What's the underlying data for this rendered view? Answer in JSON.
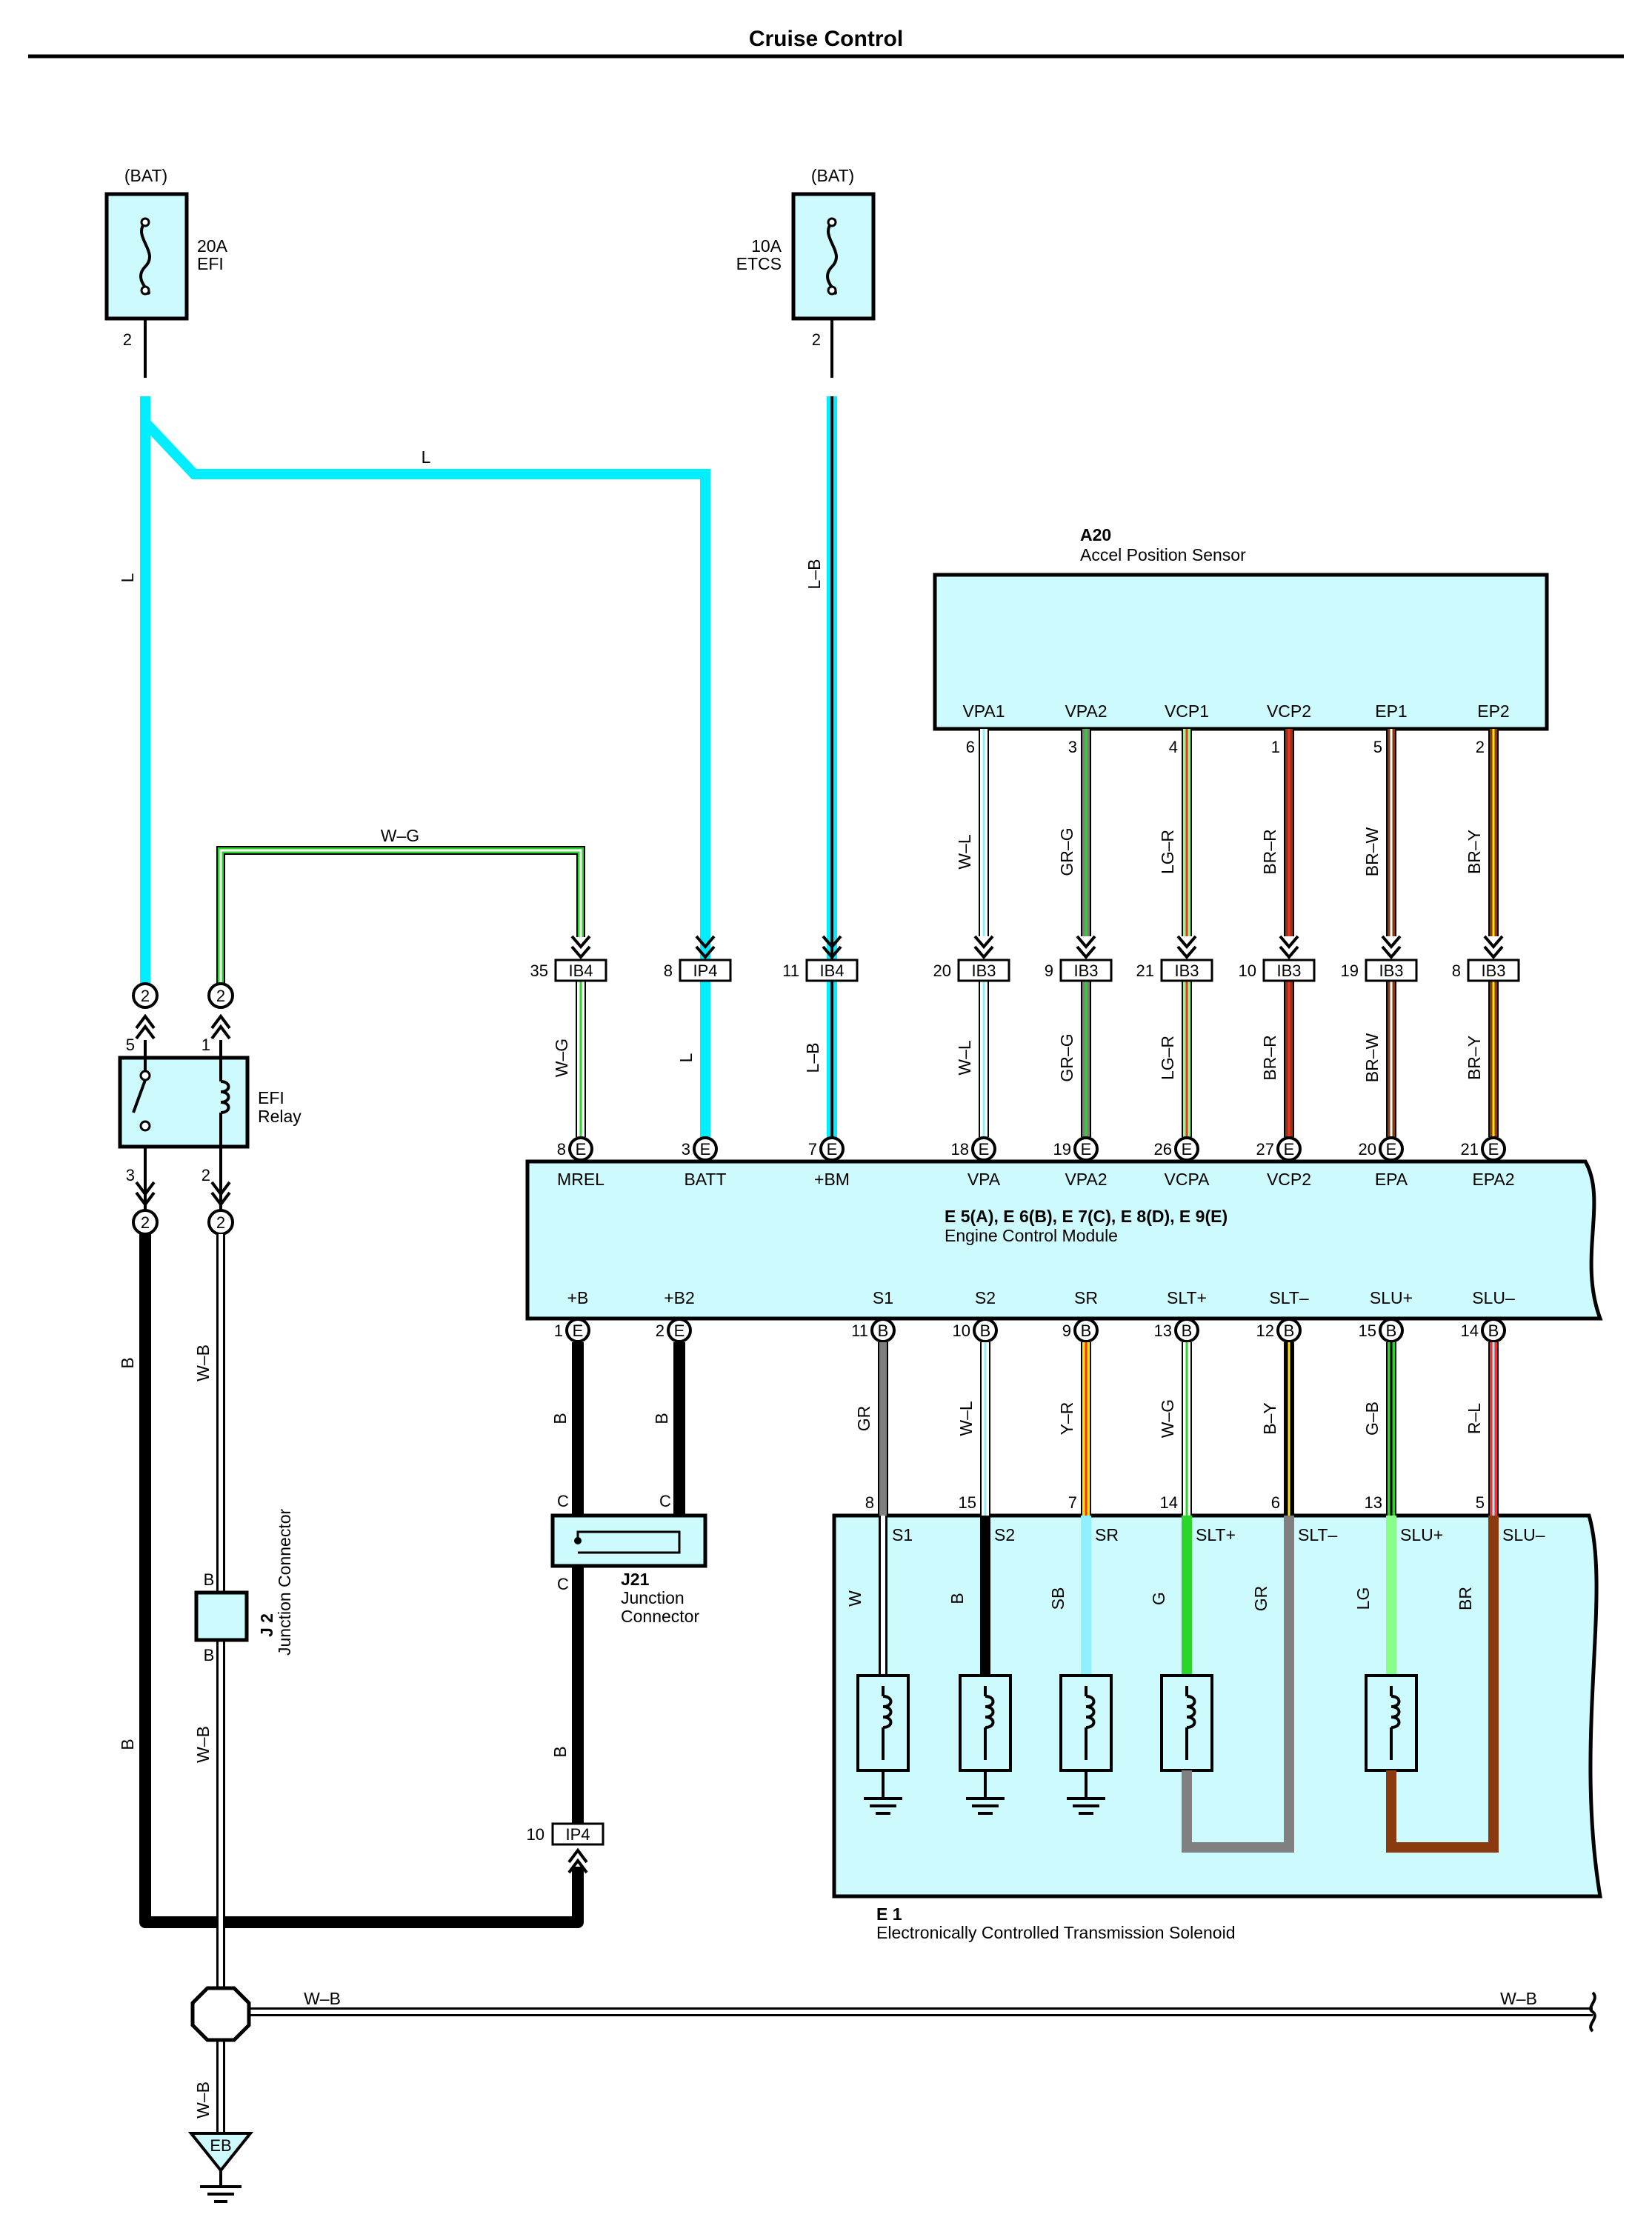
{
  "title": "Cruise Control",
  "colors": {
    "panel": "#ccfafd",
    "L": "#00eeff",
    "black": "#000000",
    "white": "#ffffff",
    "green": "#2bd62b",
    "gray": "#808080",
    "red": "#ff2a2a",
    "lightgreen": "#88ff88",
    "brown": "#8b3a0f",
    "yellow": "#ffe400",
    "skyblue": "#8ff0ff"
  },
  "fuses": [
    {
      "source": "(BAT)",
      "rating": "20A",
      "name": "EFI",
      "pin": "2",
      "connector": "2"
    },
    {
      "source": "(BAT)",
      "rating": "10A",
      "name": "ETCS",
      "pin": "2",
      "connector": "2"
    }
  ],
  "relay": {
    "name": "EFI Relay",
    "line1": "EFI",
    "line2": "Relay",
    "pins": {
      "p5": "5",
      "p1": "1",
      "p3": "3",
      "p2": "2"
    },
    "conn": "2"
  },
  "sensor": {
    "id": "A20",
    "name": "Accel Position Sensor",
    "terminals": [
      {
        "label": "VPA1",
        "pin": "6",
        "wire": "W–L",
        "jpin": "20",
        "jconn": "IB3",
        "epin": "18",
        "eterm": "VPA"
      },
      {
        "label": "VPA2",
        "pin": "3",
        "wire": "GR–G",
        "jpin": "9",
        "jconn": "IB3",
        "epin": "19",
        "eterm": "VPA2"
      },
      {
        "label": "VCP1",
        "pin": "4",
        "wire": "LG–R",
        "jpin": "21",
        "jconn": "IB3",
        "epin": "26",
        "eterm": "VCPA"
      },
      {
        "label": "VCP2",
        "pin": "1",
        "wire": "BR–R",
        "jpin": "10",
        "jconn": "IB3",
        "epin": "27",
        "eterm": "VCP2"
      },
      {
        "label": "EP1",
        "pin": "5",
        "wire": "BR–W",
        "jpin": "19",
        "jconn": "IB3",
        "epin": "20",
        "eterm": "EPA"
      },
      {
        "label": "EP2",
        "pin": "2",
        "wire": "BR–Y",
        "jpin": "8",
        "jconn": "IB3",
        "epin": "21",
        "eterm": "EPA2"
      }
    ]
  },
  "ecm": {
    "connectors": "E 5(A), E 6(B), E 7(C), E 8(D), E 9(E)",
    "name": "Engine Control Module",
    "top_left": [
      {
        "term": "MREL",
        "epin": "8",
        "wire": "W–G",
        "jpin": "35",
        "jconn": "IB4"
      },
      {
        "term": "BATT",
        "epin": "3",
        "wire": "L",
        "jpin": "8",
        "jconn": "IP4"
      },
      {
        "term": "+BM",
        "epin": "7",
        "wire": "L–B",
        "jpin": "11",
        "jconn": "IB4"
      }
    ],
    "bottom": [
      {
        "term": "+B",
        "pin": "1",
        "code": "E"
      },
      {
        "term": "+B2",
        "pin": "2",
        "code": "E"
      },
      {
        "term": "S1",
        "pin": "11",
        "code": "B"
      },
      {
        "term": "S2",
        "pin": "10",
        "code": "B"
      },
      {
        "term": "SR",
        "pin": "9",
        "code": "B"
      },
      {
        "term": "SLT+",
        "pin": "13",
        "code": "B"
      },
      {
        "term": "SLT–",
        "pin": "12",
        "code": "B"
      },
      {
        "term": "SLU+",
        "pin": "15",
        "code": "B"
      },
      {
        "term": "SLU–",
        "pin": "14",
        "code": "B"
      }
    ]
  },
  "top_wires": {
    "efi_down": "L",
    "efi_across": "L",
    "etcs": "L–B",
    "relay_coil": "W–G",
    "terminal_code": "E"
  },
  "solenoid": {
    "id": "E 1",
    "name": "Electronically Controlled Transmission Solenoid",
    "pins": [
      {
        "term": "S1",
        "pin": "8",
        "wire": "GR",
        "inner": "W"
      },
      {
        "term": "S2",
        "pin": "15",
        "wire": "W–L",
        "inner": "B"
      },
      {
        "term": "SR",
        "pin": "7",
        "wire": "Y–R",
        "inner": "SB"
      },
      {
        "term": "SLT+",
        "pin": "14",
        "wire": "W–G",
        "inner": "G"
      },
      {
        "term": "SLT–",
        "pin": "6",
        "wire": "B–Y",
        "inner": "GR"
      },
      {
        "term": "SLU+",
        "pin": "13",
        "wire": "G–B",
        "inner": "LG"
      },
      {
        "term": "SLU–",
        "pin": "5",
        "wire": "R–L",
        "inner": "BR"
      }
    ]
  },
  "junction21": {
    "id": "J21",
    "line1": "Junction",
    "line2": "Connector",
    "pin": "C",
    "wire1": "B",
    "wire2": "B",
    "wire3": "B"
  },
  "junction2": {
    "id": "J 2",
    "name": "Junction Connector",
    "pin": "B"
  },
  "ip4": {
    "pin": "10",
    "conn": "IP4"
  },
  "ground": {
    "id": "EB",
    "wire": "W–B",
    "left_wire": "B"
  },
  "wb_labels": {
    "upper": "W–B",
    "lower": "W–B",
    "bus_left": "W–B",
    "bus_right": "W–B"
  }
}
